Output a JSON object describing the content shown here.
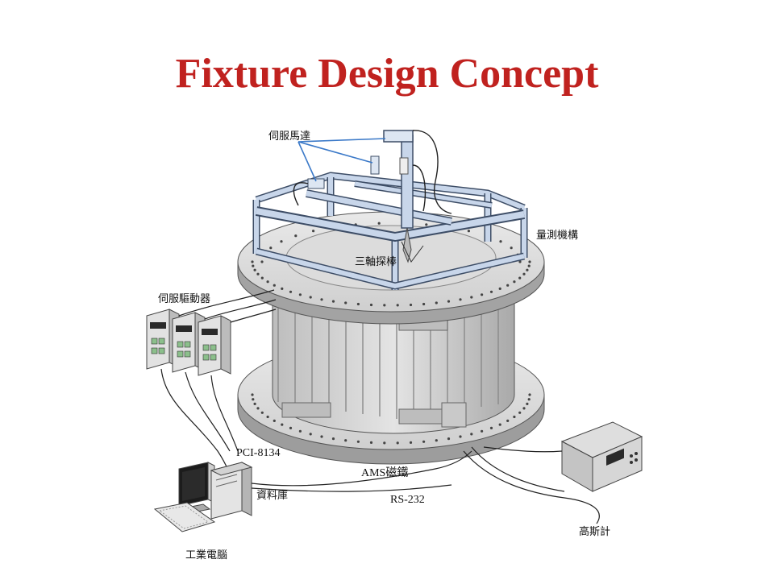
{
  "title": "Fixture Design Concept",
  "labels": {
    "servo_motor": "伺服馬達",
    "measuring_mechanism": "量測機構",
    "three_axis_probe": "三軸探棒",
    "servo_driver": "伺服驅動器",
    "pci": "PCI-8134",
    "database": "資料庫",
    "ams_magnet": "AMS磁鐵",
    "rs232": "RS-232",
    "gaussmeter": "高斯計",
    "industrial_pc": "工業電腦"
  },
  "colors": {
    "title": "#c0221f",
    "frame": "#c8d6ea",
    "frame_edge": "#3d4d66",
    "metal": "#d6d6d6"
  }
}
